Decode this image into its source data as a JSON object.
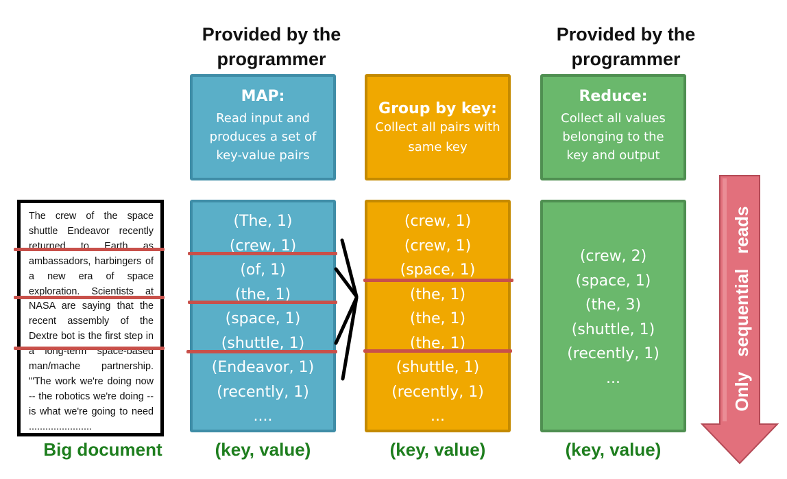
{
  "headings": {
    "left": "Provided by the programmer",
    "right": "Provided by the programmer"
  },
  "map": {
    "title": "MAP:",
    "description": "Read input and produces a set of key-value pairs",
    "items": [
      "(The, 1)",
      "(crew, 1)",
      "(of, 1)",
      "(the, 1)",
      "(space, 1)",
      "(shuttle, 1)",
      "(Endeavor, 1)",
      "(recently, 1)",
      "...."
    ]
  },
  "group": {
    "title": "Group by key:",
    "description": "Collect all pairs with same key",
    "items": [
      "(crew, 1)",
      "(crew, 1)",
      "(space, 1)",
      "(the, 1)",
      "(the, 1)",
      "(the, 1)",
      "(shuttle, 1)",
      "(recently, 1)",
      "..."
    ]
  },
  "reduce": {
    "title": "Reduce:",
    "description": "Collect all values belonging to the key and output",
    "items": [
      "(crew, 2)",
      "(space, 1)",
      "(the, 3)",
      "(shuttle, 1)",
      "(recently, 1)",
      "..."
    ]
  },
  "document": {
    "text": "The crew of the space shuttle Endeavor recently returned to Earth as ambassadors, harbingers of a new era of space exploration. Scientists at NASA are saying that the recent assembly of the Dextre bot is the first step in a long-term space-based man/mache partnership. '\"The work we're doing now -- the robotics we're doing -- is what we're going to need ......................."
  },
  "captions": {
    "document": "Big document",
    "map": "(key, value)",
    "group": "(key, value)",
    "reduce": "(key, value)"
  },
  "side_arrow": {
    "label": "Only   sequential   reads"
  },
  "colors": {
    "map": "#5aafc8",
    "group": "#f0a800",
    "reduce": "#6ab86c",
    "caption": "#1e7e1e",
    "arrow": "#e2707c",
    "split_line": "#c8504a"
  }
}
